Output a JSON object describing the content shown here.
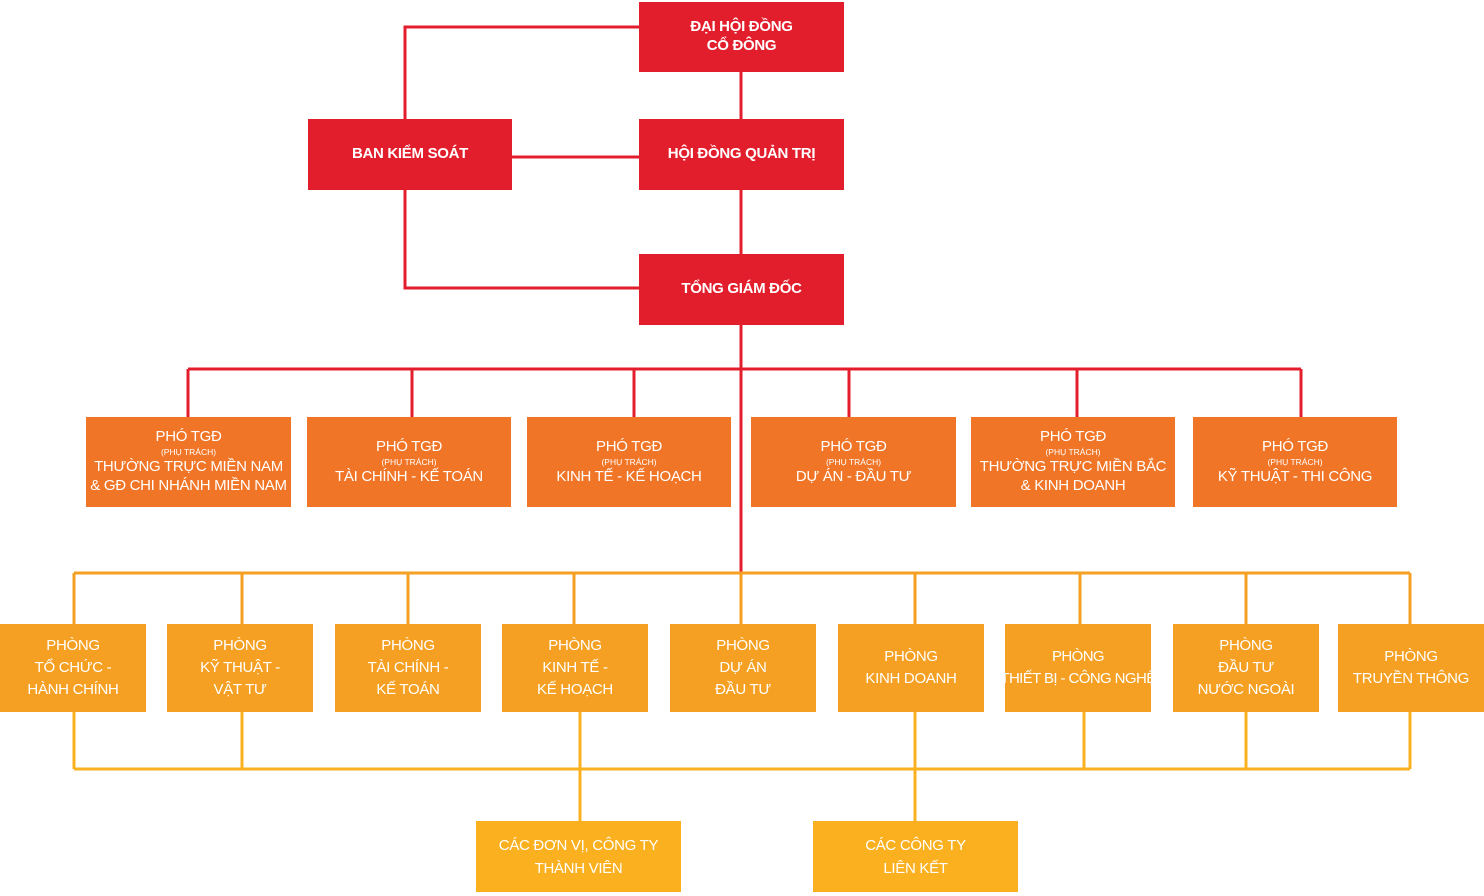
{
  "colors": {
    "red": "#e31e2c",
    "orange": "#f07526",
    "amber": "#f5a022",
    "gold": "#fbb01f"
  },
  "top": {
    "shareholders": [
      "ĐẠI HỘI ĐỒNG",
      "CỔ ĐÔNG"
    ],
    "board": "HỘI ĐỒNG QUẢN TRỊ",
    "supervisory": "BAN KIỂM SOÁT",
    "ceo": "TỔNG GIÁM ĐỐC"
  },
  "deputies": [
    {
      "title": "PHÓ TGĐ",
      "sub": "(PHỤ TRÁCH)",
      "lines": [
        "THƯỜNG TRỰC MIỀN NAM",
        "& GĐ CHI NHÁNH MIỀN NAM"
      ]
    },
    {
      "title": "PHÓ TGĐ",
      "sub": "(PHỤ TRÁCH)",
      "lines": [
        "TÀI CHÍNH - KẾ TOÁN"
      ]
    },
    {
      "title": "PHÓ TGĐ",
      "sub": "(PHỤ TRÁCH)",
      "lines": [
        "KINH TẾ - KẾ HOẠCH"
      ]
    },
    {
      "title": "PHÓ TGĐ",
      "sub": "(PHỤ TRÁCH)",
      "lines": [
        "DỰ ÁN - ĐẦU TƯ"
      ]
    },
    {
      "title": "PHÓ TGĐ",
      "sub": "(PHỤ TRÁCH)",
      "lines": [
        "THƯỜNG TRỰC MIỀN BẮC",
        "& KINH DOANH"
      ]
    },
    {
      "title": "PHÓ TGĐ",
      "sub": "(PHỤ TRÁCH)",
      "lines": [
        "KỸ THUẬT - THI CÔNG"
      ]
    }
  ],
  "departments": [
    {
      "lines": [
        "PHÒNG",
        "TỔ CHỨC -",
        "HÀNH CHÍNH"
      ]
    },
    {
      "lines": [
        "PHÒNG",
        "KỸ THUẬT -",
        "VẬT TƯ"
      ]
    },
    {
      "lines": [
        "PHÒNG",
        "TÀI CHÍNH -",
        "KẾ TOÁN"
      ]
    },
    {
      "lines": [
        "PHÒNG",
        "KINH TẾ -",
        "KẾ HOẠCH"
      ]
    },
    {
      "lines": [
        "PHÒNG",
        "DỰ ÁN",
        "ĐẦU TƯ"
      ]
    },
    {
      "lines": [
        "PHÒNG",
        "KINH DOANH"
      ]
    },
    {
      "lines": [
        "PHÒNG",
        "THIẾT BỊ - CÔNG NGHỆ"
      ]
    },
    {
      "lines": [
        "PHÒNG",
        "ĐẦU TƯ",
        "NƯỚC NGOÀI"
      ]
    },
    {
      "lines": [
        "PHÒNG",
        "TRUYỀN THÔNG"
      ]
    }
  ],
  "companies": [
    {
      "lines": [
        "CÁC ĐƠN VỊ, CÔNG TY",
        "THÀNH VIÊN"
      ]
    },
    {
      "lines": [
        "CÁC CÔNG TY",
        "LIÊN KẾT"
      ]
    }
  ]
}
